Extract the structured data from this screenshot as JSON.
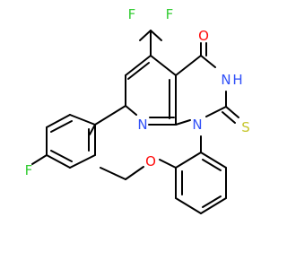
{
  "molecule": {
    "colors": {
      "bond": "#000000",
      "F": "#33cc33",
      "O": "#ff0d0d",
      "N": "#3050f8",
      "S": "#c6c62c",
      "background": "#ffffff"
    },
    "atoms": {
      "F_top_left": "F",
      "F_top_right": "F",
      "O_carbonyl": "O",
      "N_H": "N",
      "H_on_N": "H",
      "N_pyridine": "N",
      "N_1": "N",
      "S_thione": "S",
      "F_aryl": "F",
      "O_ether": "O"
    }
  }
}
